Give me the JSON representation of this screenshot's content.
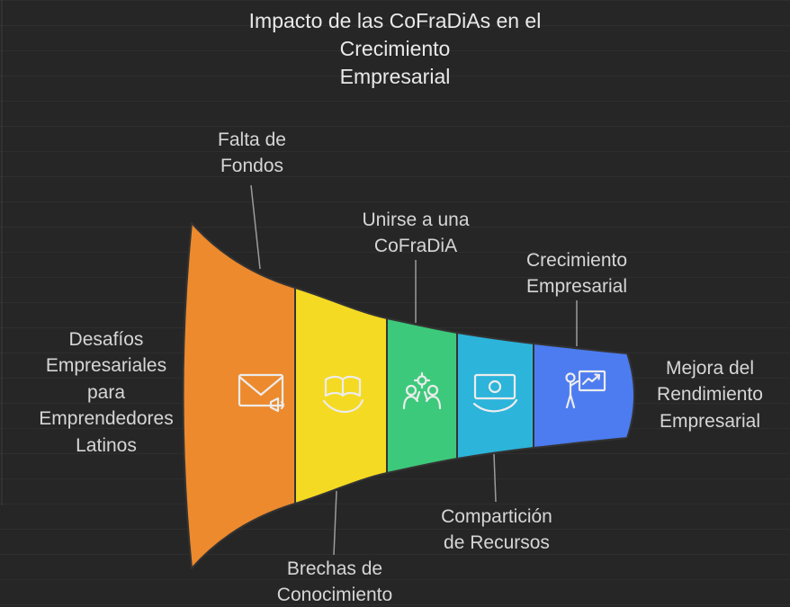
{
  "title": "Impacto de las CoFraDiAs en el Crecimiento\nEmpresarial",
  "side_labels": {
    "left": "Desafíos\nEmpresariales\npara\nEmprendedores\nLatinos",
    "right": "Mejora del\nRendimiento\nEmpresarial"
  },
  "stages": [
    {
      "id": "falta-de-fondos",
      "label": "Falta de\nFondos",
      "color": "#ED8A2D",
      "icon": "envelope-megaphone-icon",
      "label_position": "above"
    },
    {
      "id": "brechas-de-conocimiento",
      "label": "Brechas de\nConocimiento",
      "color": "#F5DA23",
      "icon": "open-book-hand-icon",
      "label_position": "below"
    },
    {
      "id": "unirse-a-una-cofradia",
      "label": "Unirse a una\nCoFraDiA",
      "color": "#3DC97B",
      "icon": "people-gear-icon",
      "label_position": "above"
    },
    {
      "id": "comparticion-de-recursos",
      "label": "Compartición\nde Recursos",
      "color": "#2CB4DB",
      "icon": "money-hand-icon",
      "label_position": "below"
    },
    {
      "id": "crecimiento-empresarial",
      "label": "Crecimiento\nEmpresarial",
      "color": "#4C7CF0",
      "icon": "person-presentation-icon",
      "label_position": "above"
    }
  ],
  "colors": {
    "background": "#262626",
    "gridline": "#2E2E2E",
    "title_text": "#E9E9E9",
    "label_text": "#D6D6D6",
    "connector": "#9C9C9C",
    "outline": "#333333",
    "icon": "#ECECEC"
  }
}
